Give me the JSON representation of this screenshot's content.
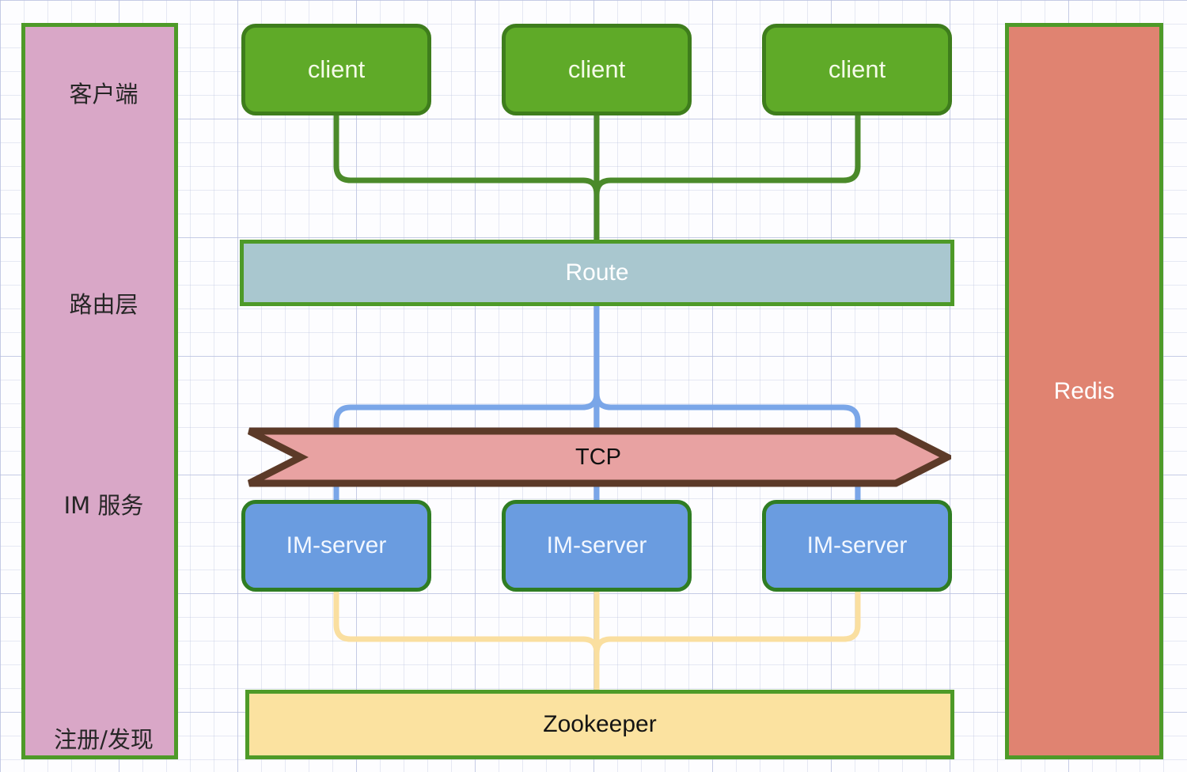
{
  "diagram": {
    "title": "IM architecture layered diagram",
    "background": {
      "grid": "on",
      "grid_color": "#c3c8e0",
      "page_color": "#fdfdff"
    },
    "layer_band": {
      "name": "layer-legend",
      "fill": "#d9a7c7",
      "border": "#4e9a28",
      "labels": [
        {
          "text": "客户端"
        },
        {
          "text": "路由层"
        },
        {
          "text": "IM 服务"
        },
        {
          "text": "注册/发现"
        }
      ]
    },
    "clients": {
      "fill": "#5faa28",
      "border": "#3e7d1c",
      "text_color": "#f4fbe8",
      "items": [
        {
          "label": "client"
        },
        {
          "label": "client"
        },
        {
          "label": "client"
        }
      ]
    },
    "route": {
      "label": "Route",
      "fill": "#a9c7cf",
      "border": "#4e9a28",
      "text_color": "#ffffff"
    },
    "tcp": {
      "label": "TCP",
      "fill": "#e8a2a2",
      "border": "#5c3a28",
      "text_color": "#111111",
      "shape": "chevron-arrow-right"
    },
    "im_servers": {
      "fill": "#6a9ce0",
      "border": "#2f7d23",
      "text_color": "#f2f7ff",
      "items": [
        {
          "label": "IM-server"
        },
        {
          "label": "IM-server"
        },
        {
          "label": "IM-server"
        }
      ]
    },
    "zookeeper": {
      "label": "Zookeeper",
      "fill": "#fbe2a0",
      "border": "#4e9a28",
      "text_color": "#141414"
    },
    "redis": {
      "label": "Redis",
      "fill": "#e08371",
      "border": "#4e9a28",
      "text_color": "#ffffff"
    },
    "connectors": {
      "client_to_route": {
        "color": "#4b8a2a",
        "width": 7
      },
      "route_to_imserver": {
        "color": "#7aa6e8",
        "width": 7
      },
      "imserver_to_zookeeper": {
        "color": "#fadfa0",
        "width": 7
      }
    }
  }
}
